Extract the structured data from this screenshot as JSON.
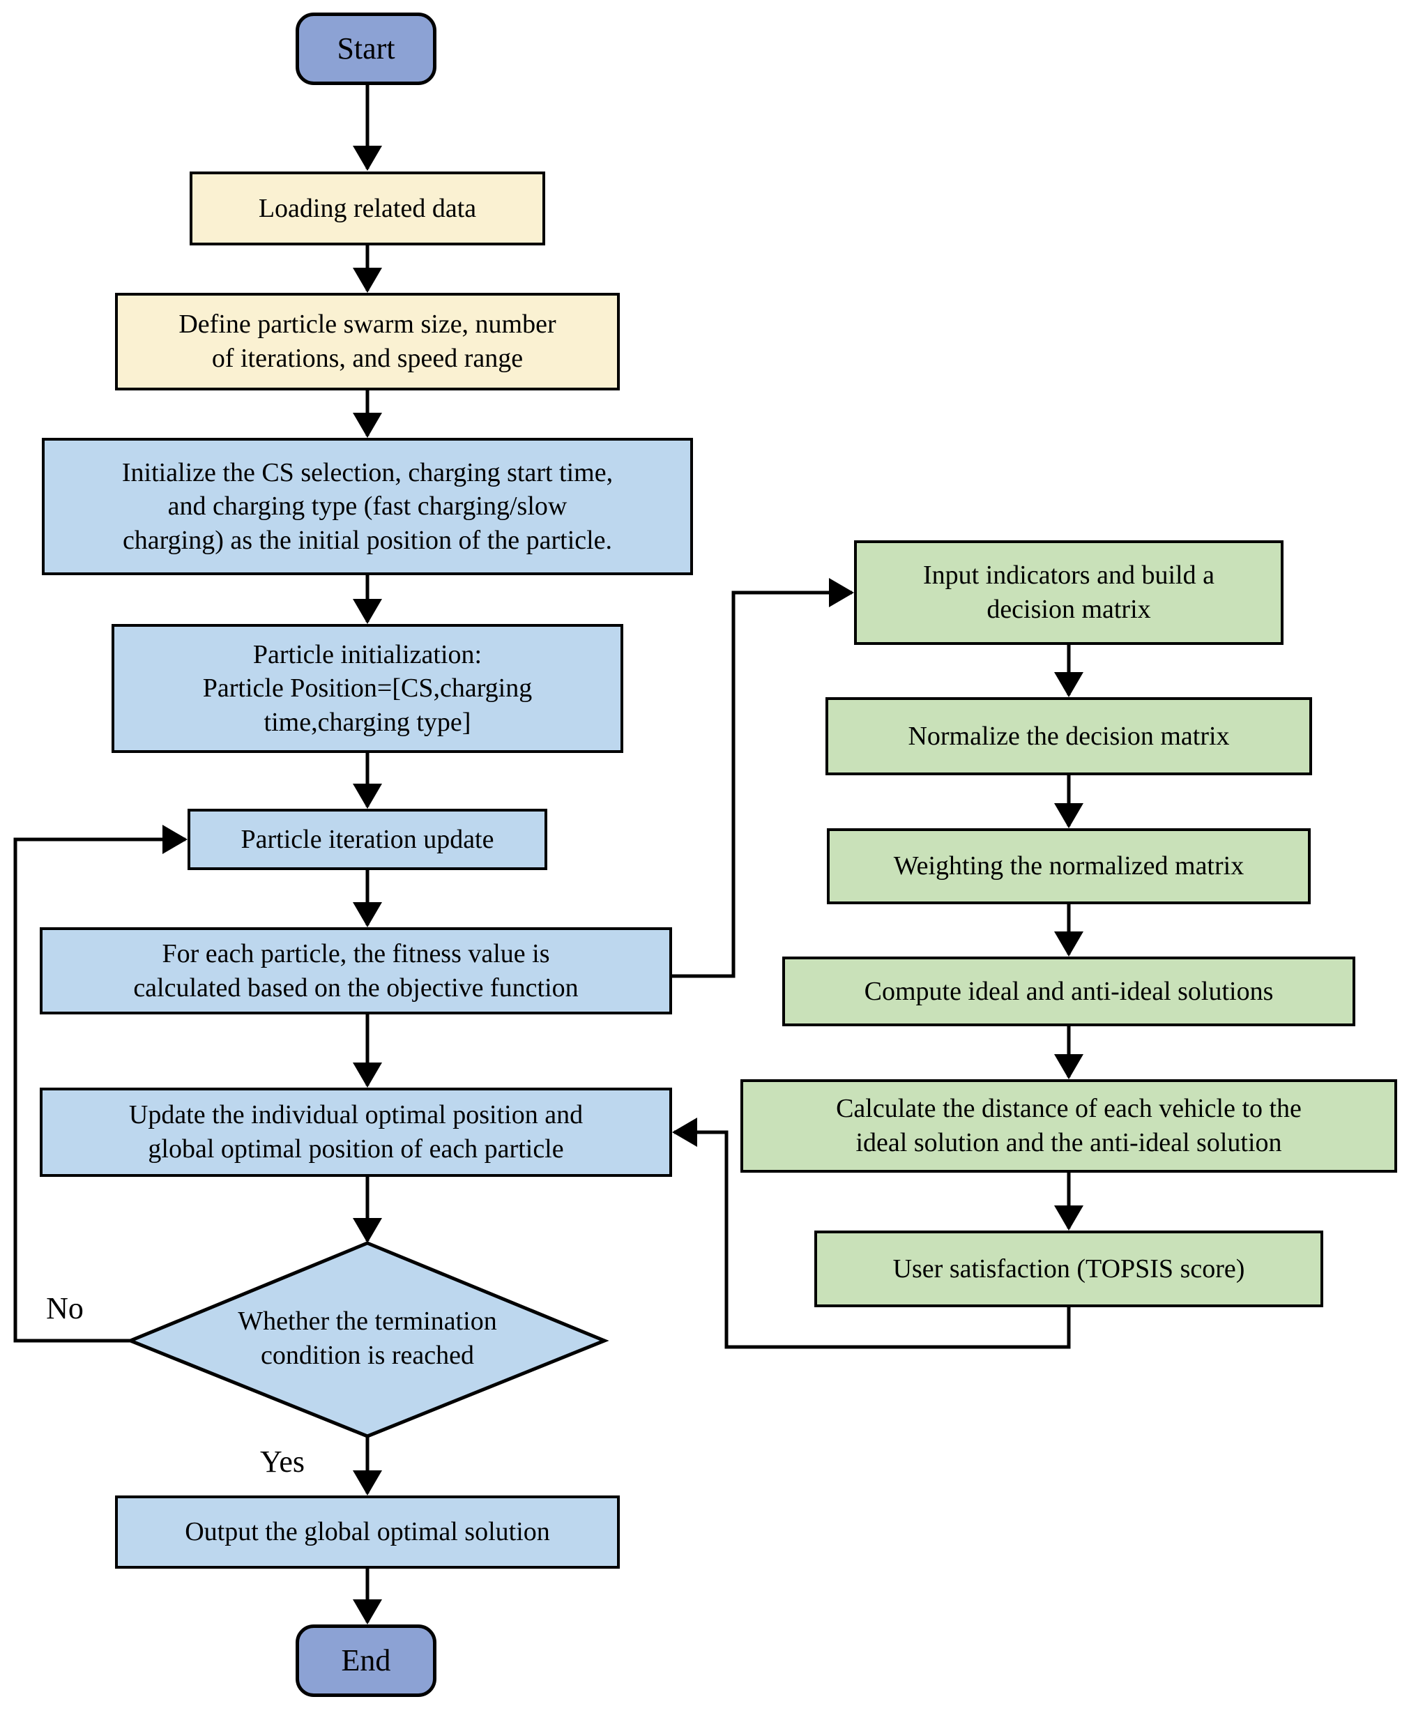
{
  "palette": {
    "terminal_fill": "#8CA2D4",
    "data_fill": "#FAF1D2",
    "process_fill": "#BDD7EE",
    "topsis_fill": "#C9E1B9",
    "line_color": "#000000",
    "background": "#FFFFFF"
  },
  "pso_flow": {
    "start": "Start",
    "loading": "Loading related data",
    "define": "Define particle swarm size, number\nof iterations, and speed range",
    "initialize": "Initialize the CS selection, charging start time,\nand charging type (fast charging/slow\ncharging) as the initial position of the particle.",
    "particle_init": "Particle initialization:\nParticle Position=[CS,charging\ntime,charging type]",
    "iteration": "Particle iteration update",
    "fitness": "For each particle, the fitness value is\ncalculated based on the objective function",
    "update": "Update the individual optimal position and\nglobal optimal position of each particle",
    "decision": "Whether the termination\ncondition is reached",
    "output": "Output the global optimal solution",
    "end": "End"
  },
  "topsis_flow": {
    "input": "Input indicators and build a\ndecision matrix",
    "normalize": "Normalize the decision matrix",
    "weighting": "Weighting the normalized matrix",
    "compute": "Compute ideal and anti-ideal solutions",
    "distance": "Calculate the distance of each vehicle to the\nideal solution and the anti-ideal solution",
    "score": "User satisfaction (TOPSIS score)"
  },
  "edge_labels": {
    "no": "No",
    "yes": "Yes"
  }
}
